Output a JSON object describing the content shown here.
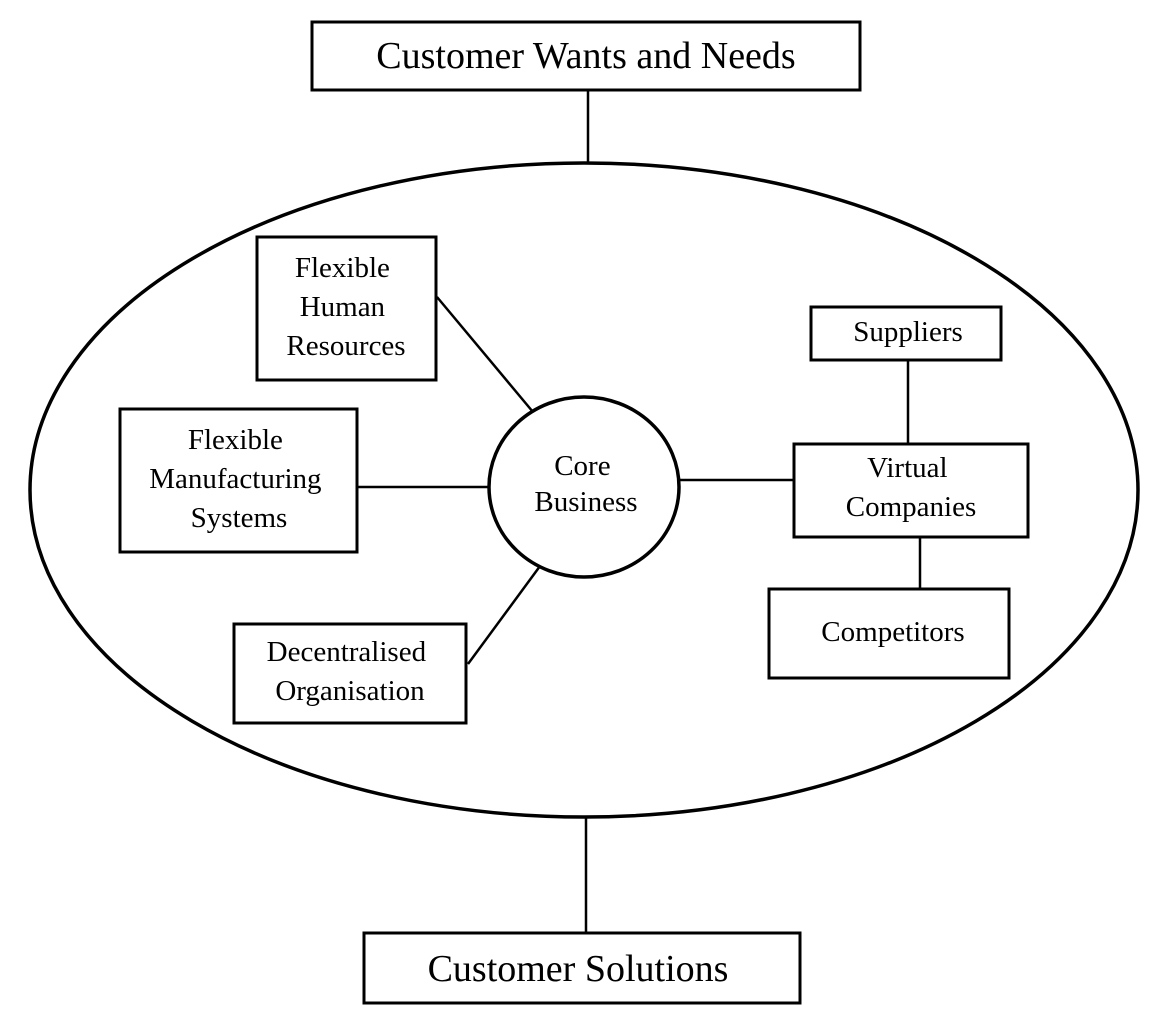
{
  "top_box": {
    "label": "Customer Wants and Needs"
  },
  "bottom_box": {
    "label": "Customer Solutions"
  },
  "core": {
    "lines": [
      "Core",
      "Business"
    ]
  },
  "flexible_hr": {
    "lines": [
      "Flexible",
      "Human",
      "Resources"
    ]
  },
  "flexible_manufacturing": {
    "lines": [
      "Flexible",
      "Manufacturing",
      "Systems"
    ]
  },
  "decentralised": {
    "lines": [
      "Decentralised",
      "Organisation"
    ]
  },
  "suppliers": {
    "label": "Suppliers"
  },
  "virtual": {
    "lines": [
      "Virtual",
      "Companies"
    ]
  },
  "competitors": {
    "label": "Competitors"
  }
}
